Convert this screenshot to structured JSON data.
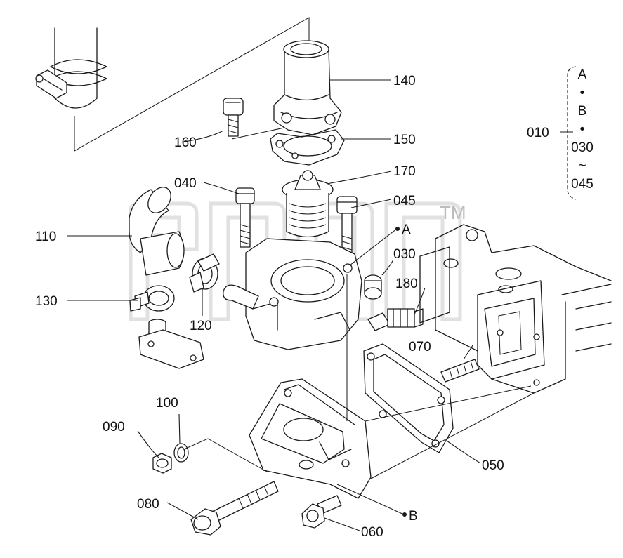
{
  "diagram": {
    "callouts": {
      "p140": "140",
      "p160": "160",
      "p150": "150",
      "p170": "170",
      "p040": "040",
      "p045": "045",
      "p110": "110",
      "p030": "030",
      "p180": "180",
      "p130": "130",
      "p120": "120",
      "p070": "070",
      "p100": "100",
      "p090": "090",
      "p050": "050",
      "p080": "080",
      "p060": "060",
      "refA": "A",
      "refB": "B"
    },
    "side_legend": {
      "group_label": "010",
      "items": [
        "A",
        "•",
        "B",
        "•",
        "030",
        "~",
        "045"
      ]
    },
    "watermark": {
      "trademark": "TM"
    }
  }
}
